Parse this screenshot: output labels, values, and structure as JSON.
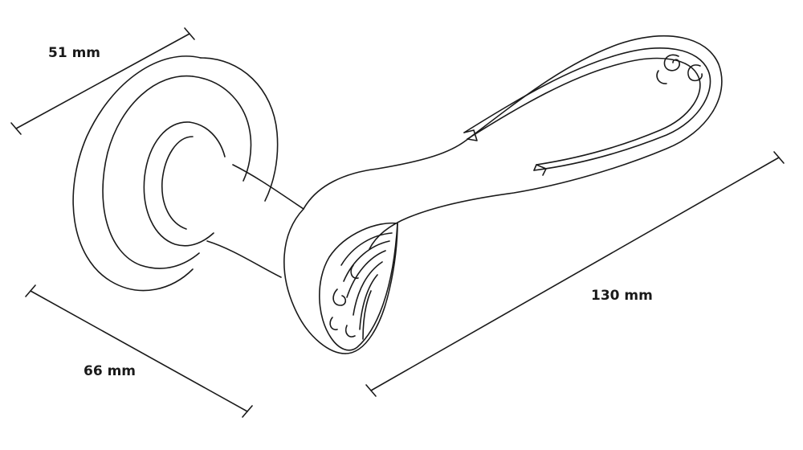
{
  "dimensions": {
    "width_label": "51 mm",
    "rosette_label": "66 mm",
    "length_label": "130 mm"
  },
  "colors": {
    "line": "#1a1a1a",
    "background": "#ffffff"
  }
}
